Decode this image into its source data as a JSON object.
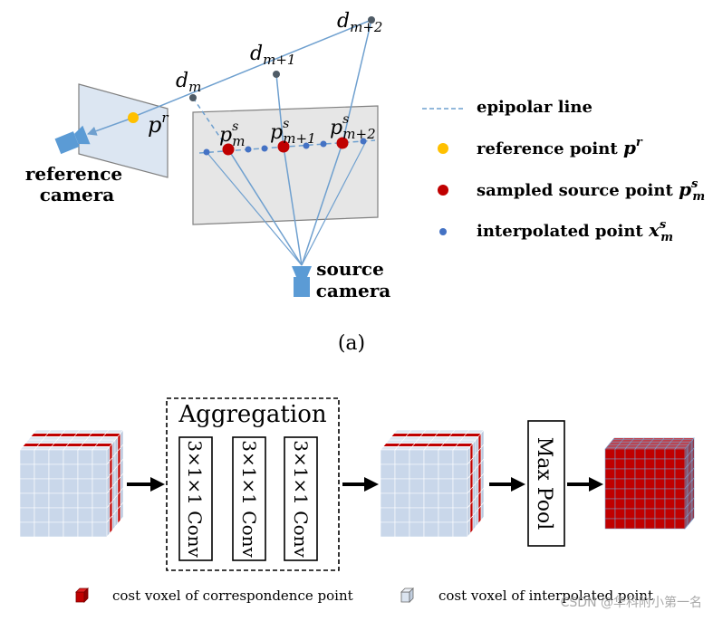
{
  "panel_a": {
    "depth_labels": {
      "d0": "d",
      "d0_sub": "m",
      "d1": "d",
      "d1_sub": "m+1",
      "d2": "d",
      "d2_sub": "m+2"
    },
    "ref_point_label": {
      "base": "p",
      "sup": "r"
    },
    "sample_labels": [
      {
        "base": "p",
        "sup": "s",
        "sub": "m"
      },
      {
        "base": "p",
        "sup": "s",
        "sub": "m+1"
      },
      {
        "base": "p",
        "sup": "s",
        "sub": "m+2"
      }
    ],
    "reference_camera_label": [
      "reference",
      "camera"
    ],
    "source_camera_label": [
      "source",
      "camera"
    ],
    "caption": "(a)",
    "legend": [
      {
        "kind": "dashed-line",
        "text": "epipolar line"
      },
      {
        "kind": "yellow-dot",
        "text": "reference point ",
        "math": {
          "base": "p",
          "sup": "r"
        }
      },
      {
        "kind": "red-dot",
        "text": "sampled  source point ",
        "math": {
          "base": "p",
          "sup": "s",
          "sub": "m"
        }
      },
      {
        "kind": "blue-dot",
        "text": "interpolated point ",
        "math": {
          "base": "x",
          "sup": "s",
          "sub": "m"
        }
      }
    ],
    "colors": {
      "blue_line": "#6fa0cf",
      "yellow": "#ffc000",
      "red": "#c00000",
      "blue_dot": "#4472c4",
      "plane_ref": "#dce6f2",
      "plane_src": "#e6e6e6",
      "camera": "#5b9bd5"
    }
  },
  "panel_b": {
    "aggregation_title": "Aggregation",
    "conv_labels": [
      "3×1×1 Conv",
      "3×1×1 Conv",
      "3×1×1 Conv"
    ],
    "maxpool_label": "Max Pool",
    "legend": [
      {
        "icon": "red-cube-icon",
        "text": "cost voxel of correspondence point"
      },
      {
        "icon": "light-cube-icon",
        "text": "cost voxel of interpolated point"
      }
    ],
    "colors": {
      "voxel_light": "#c9d7ea",
      "voxel_red": "#c00000"
    }
  },
  "watermark": "CSDN @华科附小第一名"
}
